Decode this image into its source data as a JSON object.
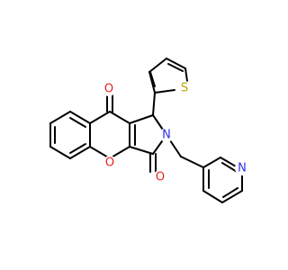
{
  "molecule": {
    "atoms": {
      "o_ketone": {
        "text": "O",
        "color": "#e8201c"
      },
      "o_ring": {
        "text": "O",
        "color": "#e8201c"
      },
      "o_lactam": {
        "text": "O",
        "color": "#e8201c"
      },
      "n_lactam": {
        "text": "N",
        "color": "#2f2fe8"
      },
      "n_pyridine": {
        "text": "N",
        "color": "#2f2fe8"
      },
      "s_thiophene": {
        "text": "S",
        "color": "#b8a400"
      }
    },
    "bond_color": "#000000"
  }
}
